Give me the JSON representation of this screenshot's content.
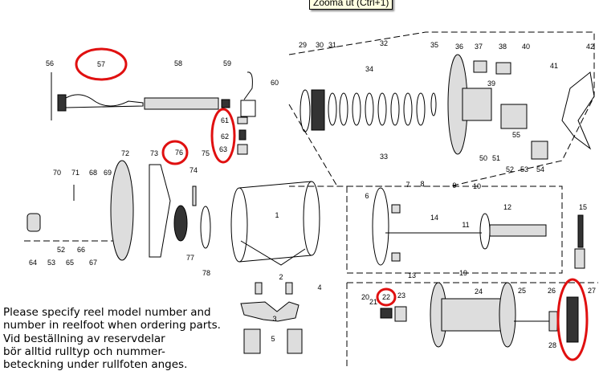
{
  "tooltip": "Zooma ut (Ctrl+1)",
  "note_en": [
    "Please specify reel model number and",
    "number in  reelfoot when ordering parts."
  ],
  "note_sv": [
    "Vid beställning av reservdelar",
    "bör alltid rulltyp och nummer-",
    "beteckning under rullfoten anges."
  ],
  "highlight_color": "#e01010",
  "highlighted_parts": [
    "57",
    "61",
    "62",
    "63",
    "76",
    "22",
    "27"
  ],
  "parts": [
    "56",
    "57",
    "58",
    "59",
    "60",
    "61",
    "62",
    "63",
    "29",
    "30",
    "31",
    "32",
    "34",
    "33",
    "35",
    "36",
    "37",
    "38",
    "40",
    "39",
    "41",
    "42",
    "55",
    "50",
    "51",
    "52",
    "53",
    "54",
    "72",
    "73",
    "76",
    "75",
    "74",
    "70",
    "71",
    "68",
    "69",
    "64",
    "53",
    "52",
    "65",
    "66",
    "67",
    "77",
    "78",
    "1",
    "2",
    "4",
    "3",
    "5",
    "6",
    "7",
    "8",
    "9",
    "10",
    "11",
    "12",
    "13",
    "14",
    "15",
    "19",
    "20",
    "21",
    "22",
    "23",
    "24",
    "25",
    "26",
    "28",
    "27"
  ]
}
